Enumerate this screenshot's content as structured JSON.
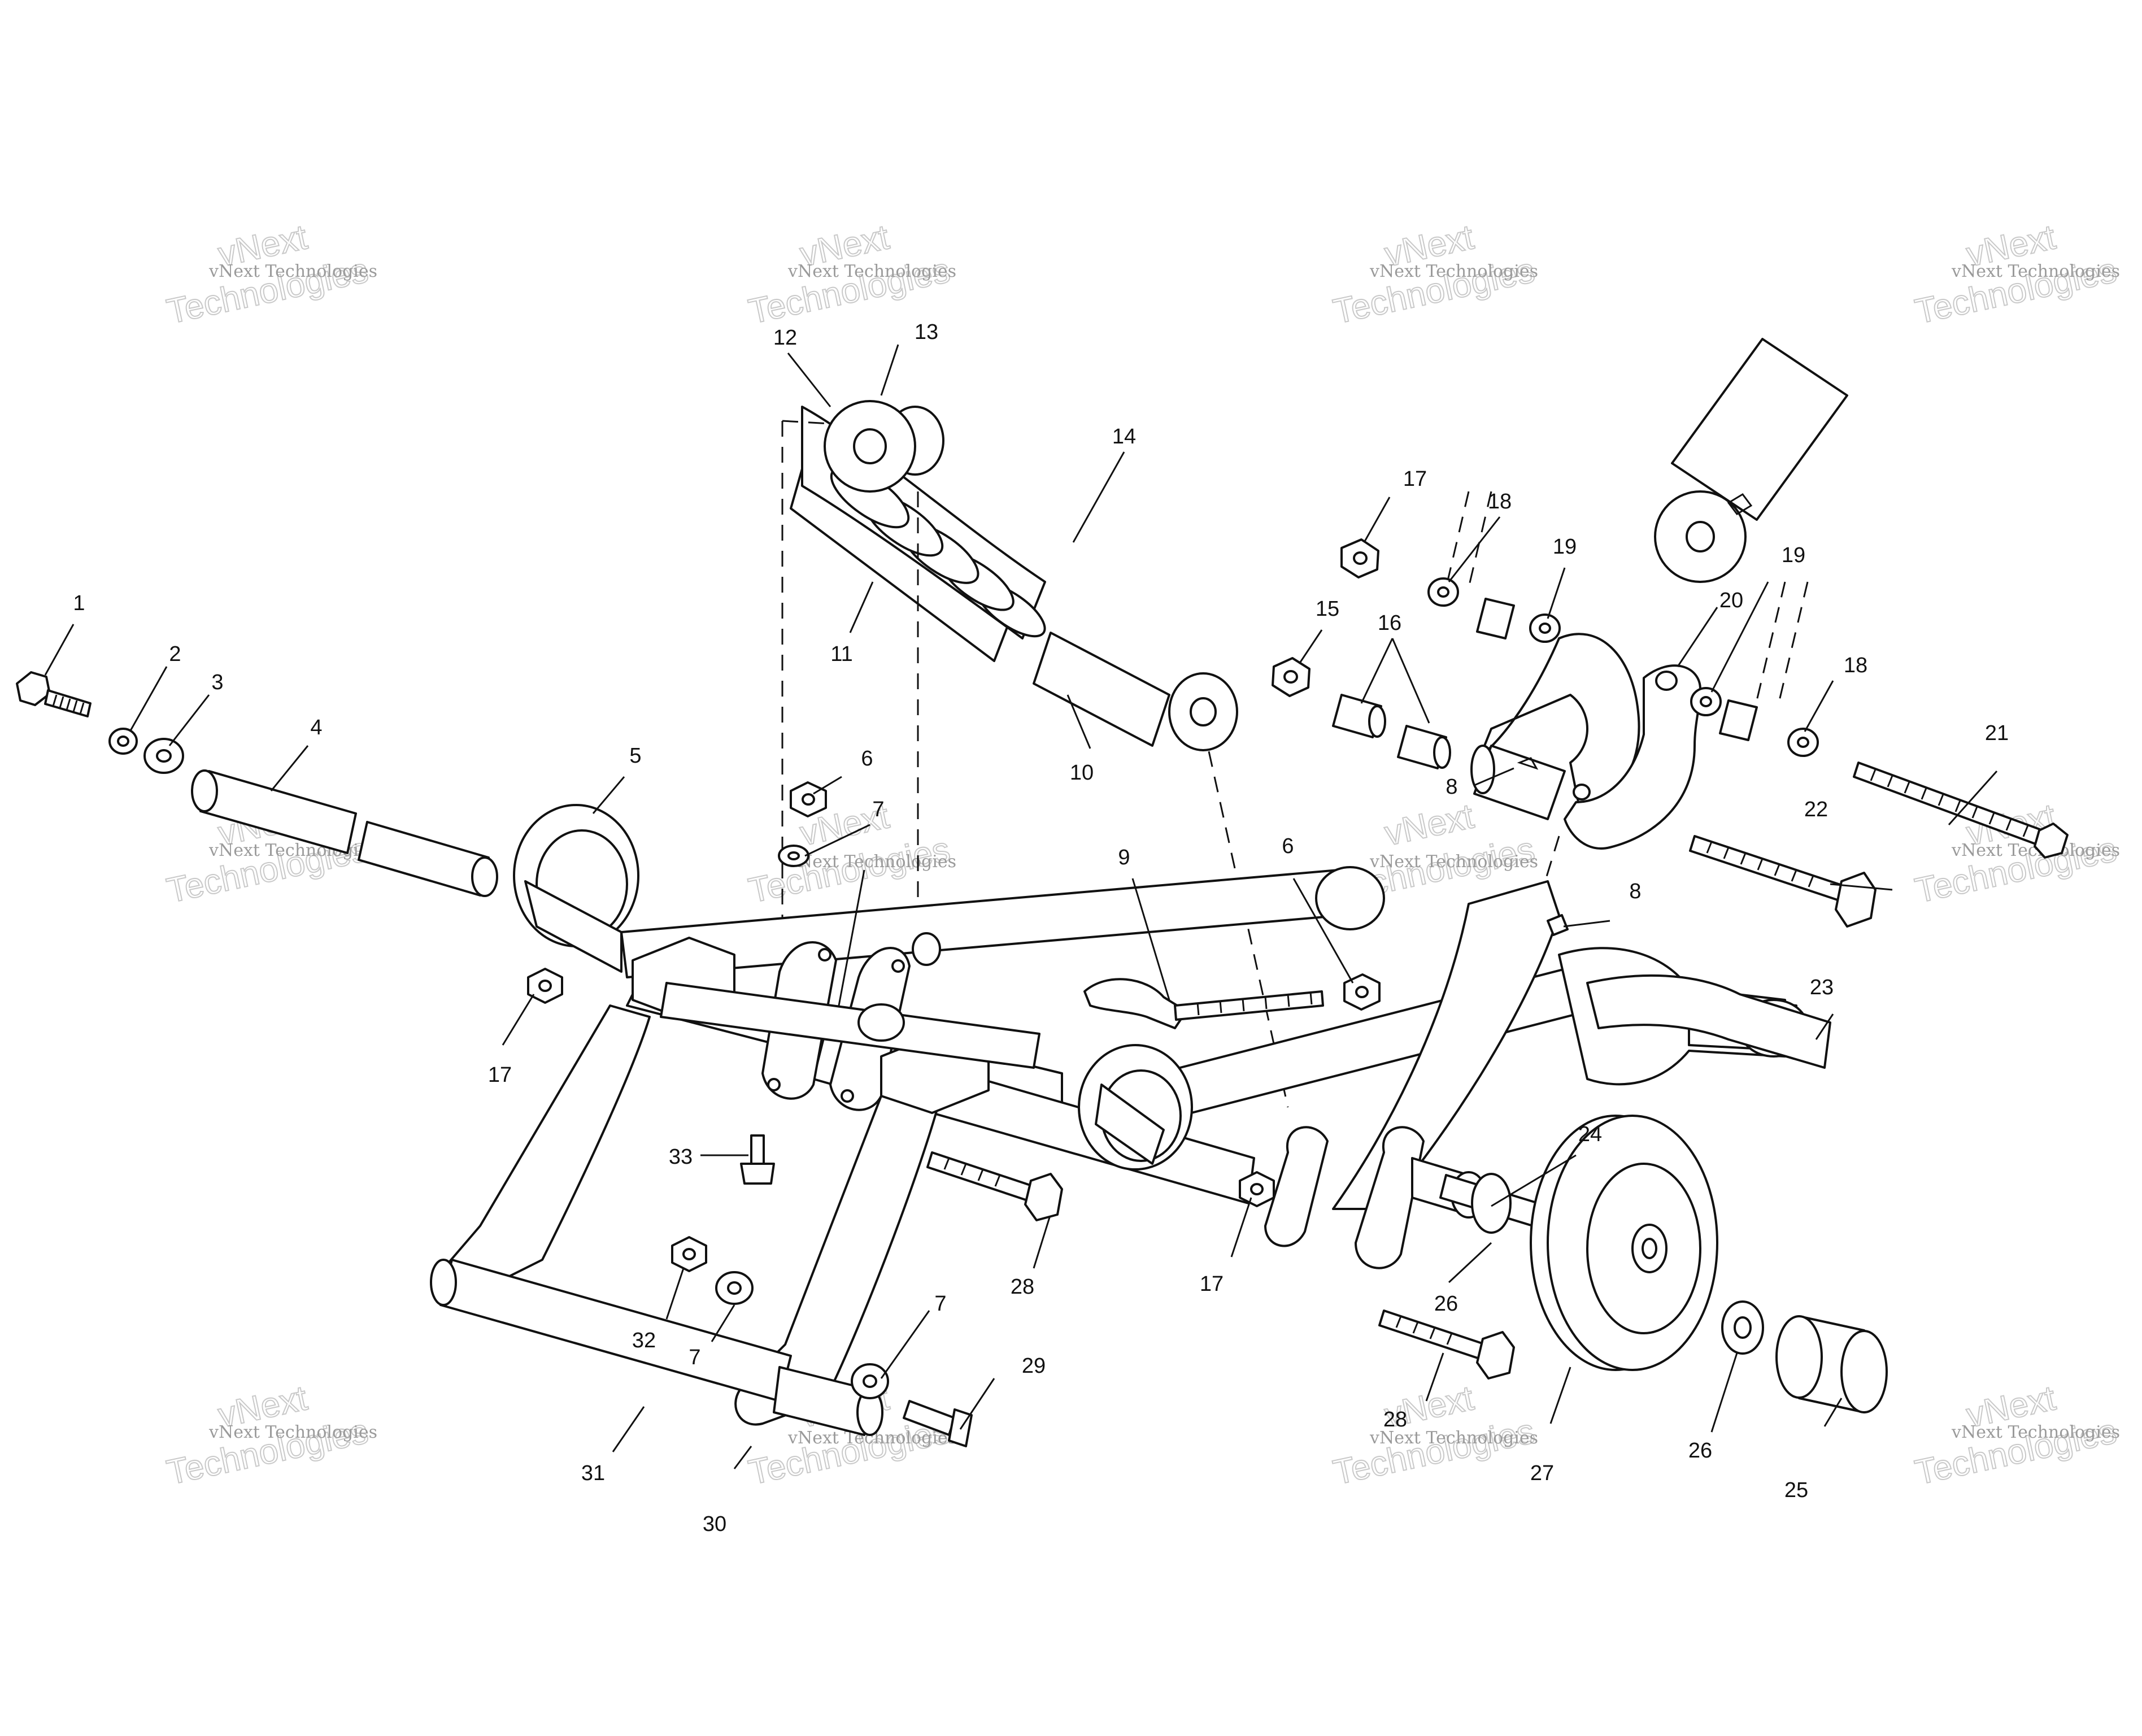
{
  "watermark": {
    "line1": "vNext Technologies",
    "big_a": "vNext",
    "big_b": "Technologies"
  },
  "callouts": [
    "1",
    "2",
    "3",
    "4",
    "5",
    "6",
    "7",
    "8",
    "9",
    "10",
    "11",
    "12",
    "13",
    "14",
    "15",
    "16",
    "17",
    "18",
    "19",
    "20",
    "21",
    "22",
    "23",
    "24",
    "25",
    "26",
    "27",
    "28",
    "29",
    "30",
    "31",
    "32",
    "33"
  ],
  "colors": {
    "ink": "#111111",
    "watermark": "#9a9a9a"
  }
}
